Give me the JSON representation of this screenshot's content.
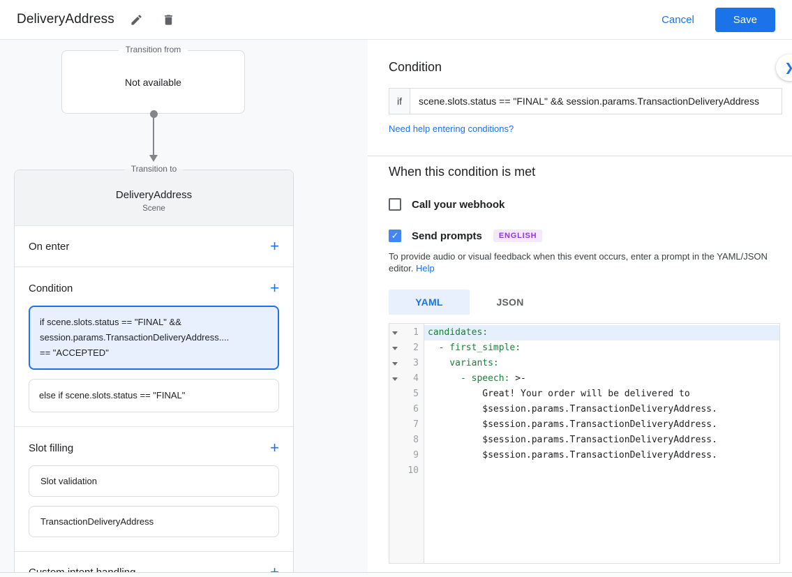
{
  "topbar": {
    "title": "DeliveryAddress",
    "cancel": "Cancel",
    "save": "Save"
  },
  "icons": {
    "plus": "+",
    "chevron_right": "❯",
    "check": "✓"
  },
  "flow": {
    "from_legend": "Transition from",
    "from_value": "Not available",
    "to_legend": "Transition to",
    "scene_name": "DeliveryAddress",
    "scene_type": "Scene",
    "on_enter_label": "On enter",
    "condition_label": "Condition",
    "condition_active_lines": [
      "if scene.slots.status == \"FINAL\" &&",
      "session.params.TransactionDeliveryAddress....",
      "== \"ACCEPTED\""
    ],
    "condition_else": "else if scene.slots.status == \"FINAL\"",
    "slot_filling_label": "Slot filling",
    "slot_items": [
      "Slot validation",
      "TransactionDeliveryAddress"
    ],
    "custom_intent_label": "Custom intent handling"
  },
  "panel": {
    "condition_heading": "Condition",
    "if_label": "if",
    "if_value": "scene.slots.status == \"FINAL\" && session.params.TransactionDeliveryAddress",
    "help_link": "Need help entering conditions?",
    "when_heading": "When this condition is met",
    "webhook_label": "Call your webhook",
    "prompts_label": "Send prompts",
    "language_badge": "ENGLISH",
    "description": "To provide audio or visual feedback when this event occurs, enter a prompt in the YAML/JSON editor.",
    "help_label": "Help",
    "tabs": [
      {
        "label": "YAML"
      },
      {
        "label": "JSON"
      }
    ]
  },
  "editor": {
    "lines": [
      {
        "num": "1",
        "green": "candidates:",
        "plain": ""
      },
      {
        "num": "2",
        "green": "  - first_simple:",
        "plain": ""
      },
      {
        "num": "3",
        "green": "    variants:",
        "plain": ""
      },
      {
        "num": "4",
        "green": "      - speech:",
        "plain": " >-"
      },
      {
        "num": "5",
        "green": "",
        "plain": "          Great! Your order will be delivered to"
      },
      {
        "num": "6",
        "green": "",
        "plain": "          $session.params.TransactionDeliveryAddress."
      },
      {
        "num": "7",
        "green": "",
        "plain": "          $session.params.TransactionDeliveryAddress."
      },
      {
        "num": "8",
        "green": "",
        "plain": "          $session.params.TransactionDeliveryAddress."
      },
      {
        "num": "9",
        "green": "",
        "plain": "          $session.params.TransactionDeliveryAddress."
      },
      {
        "num": "10",
        "green": "",
        "plain": ""
      }
    ]
  }
}
